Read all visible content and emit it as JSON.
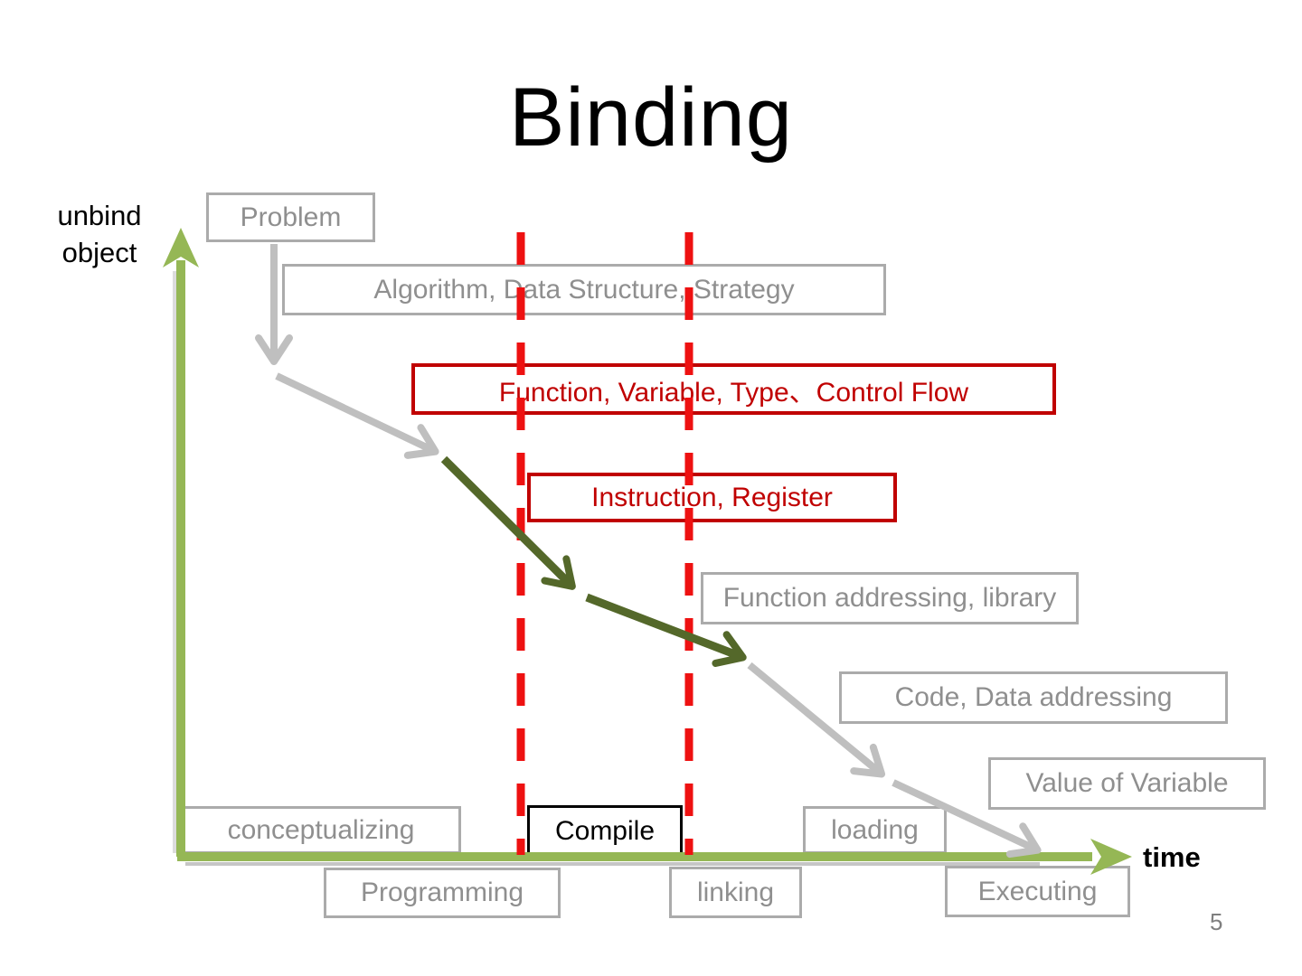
{
  "slide": {
    "title": "Binding",
    "page_number": "5"
  },
  "axes": {
    "y_label_line1": "unbind",
    "y_label_line2": "object",
    "x_label": "time"
  },
  "binding_objects": {
    "problem": "Problem",
    "algorithm": "Algorithm, Data Structure, Strategy",
    "function_variable": "Function, Variable, Type、Control Flow",
    "instruction": "Instruction, Register",
    "function_addressing": "Function addressing, library",
    "code_data": "Code, Data addressing",
    "value_of_variable": "Value of Variable"
  },
  "stages": {
    "conceptualizing": "conceptualizing",
    "programming": "Programming",
    "compile": "Compile",
    "linking": "linking",
    "loading": "loading",
    "executing": "Executing"
  },
  "colors": {
    "axis_green": "#95B755",
    "arrow_olive": "#54682A",
    "arrow_gray": "#BFBFBF",
    "dashed_red": "#EE1111",
    "box_red_border": "#C00000",
    "box_gray_border": "#ABABAB",
    "box_gray_text": "#8F8F8F",
    "compile_border": "#000000"
  }
}
